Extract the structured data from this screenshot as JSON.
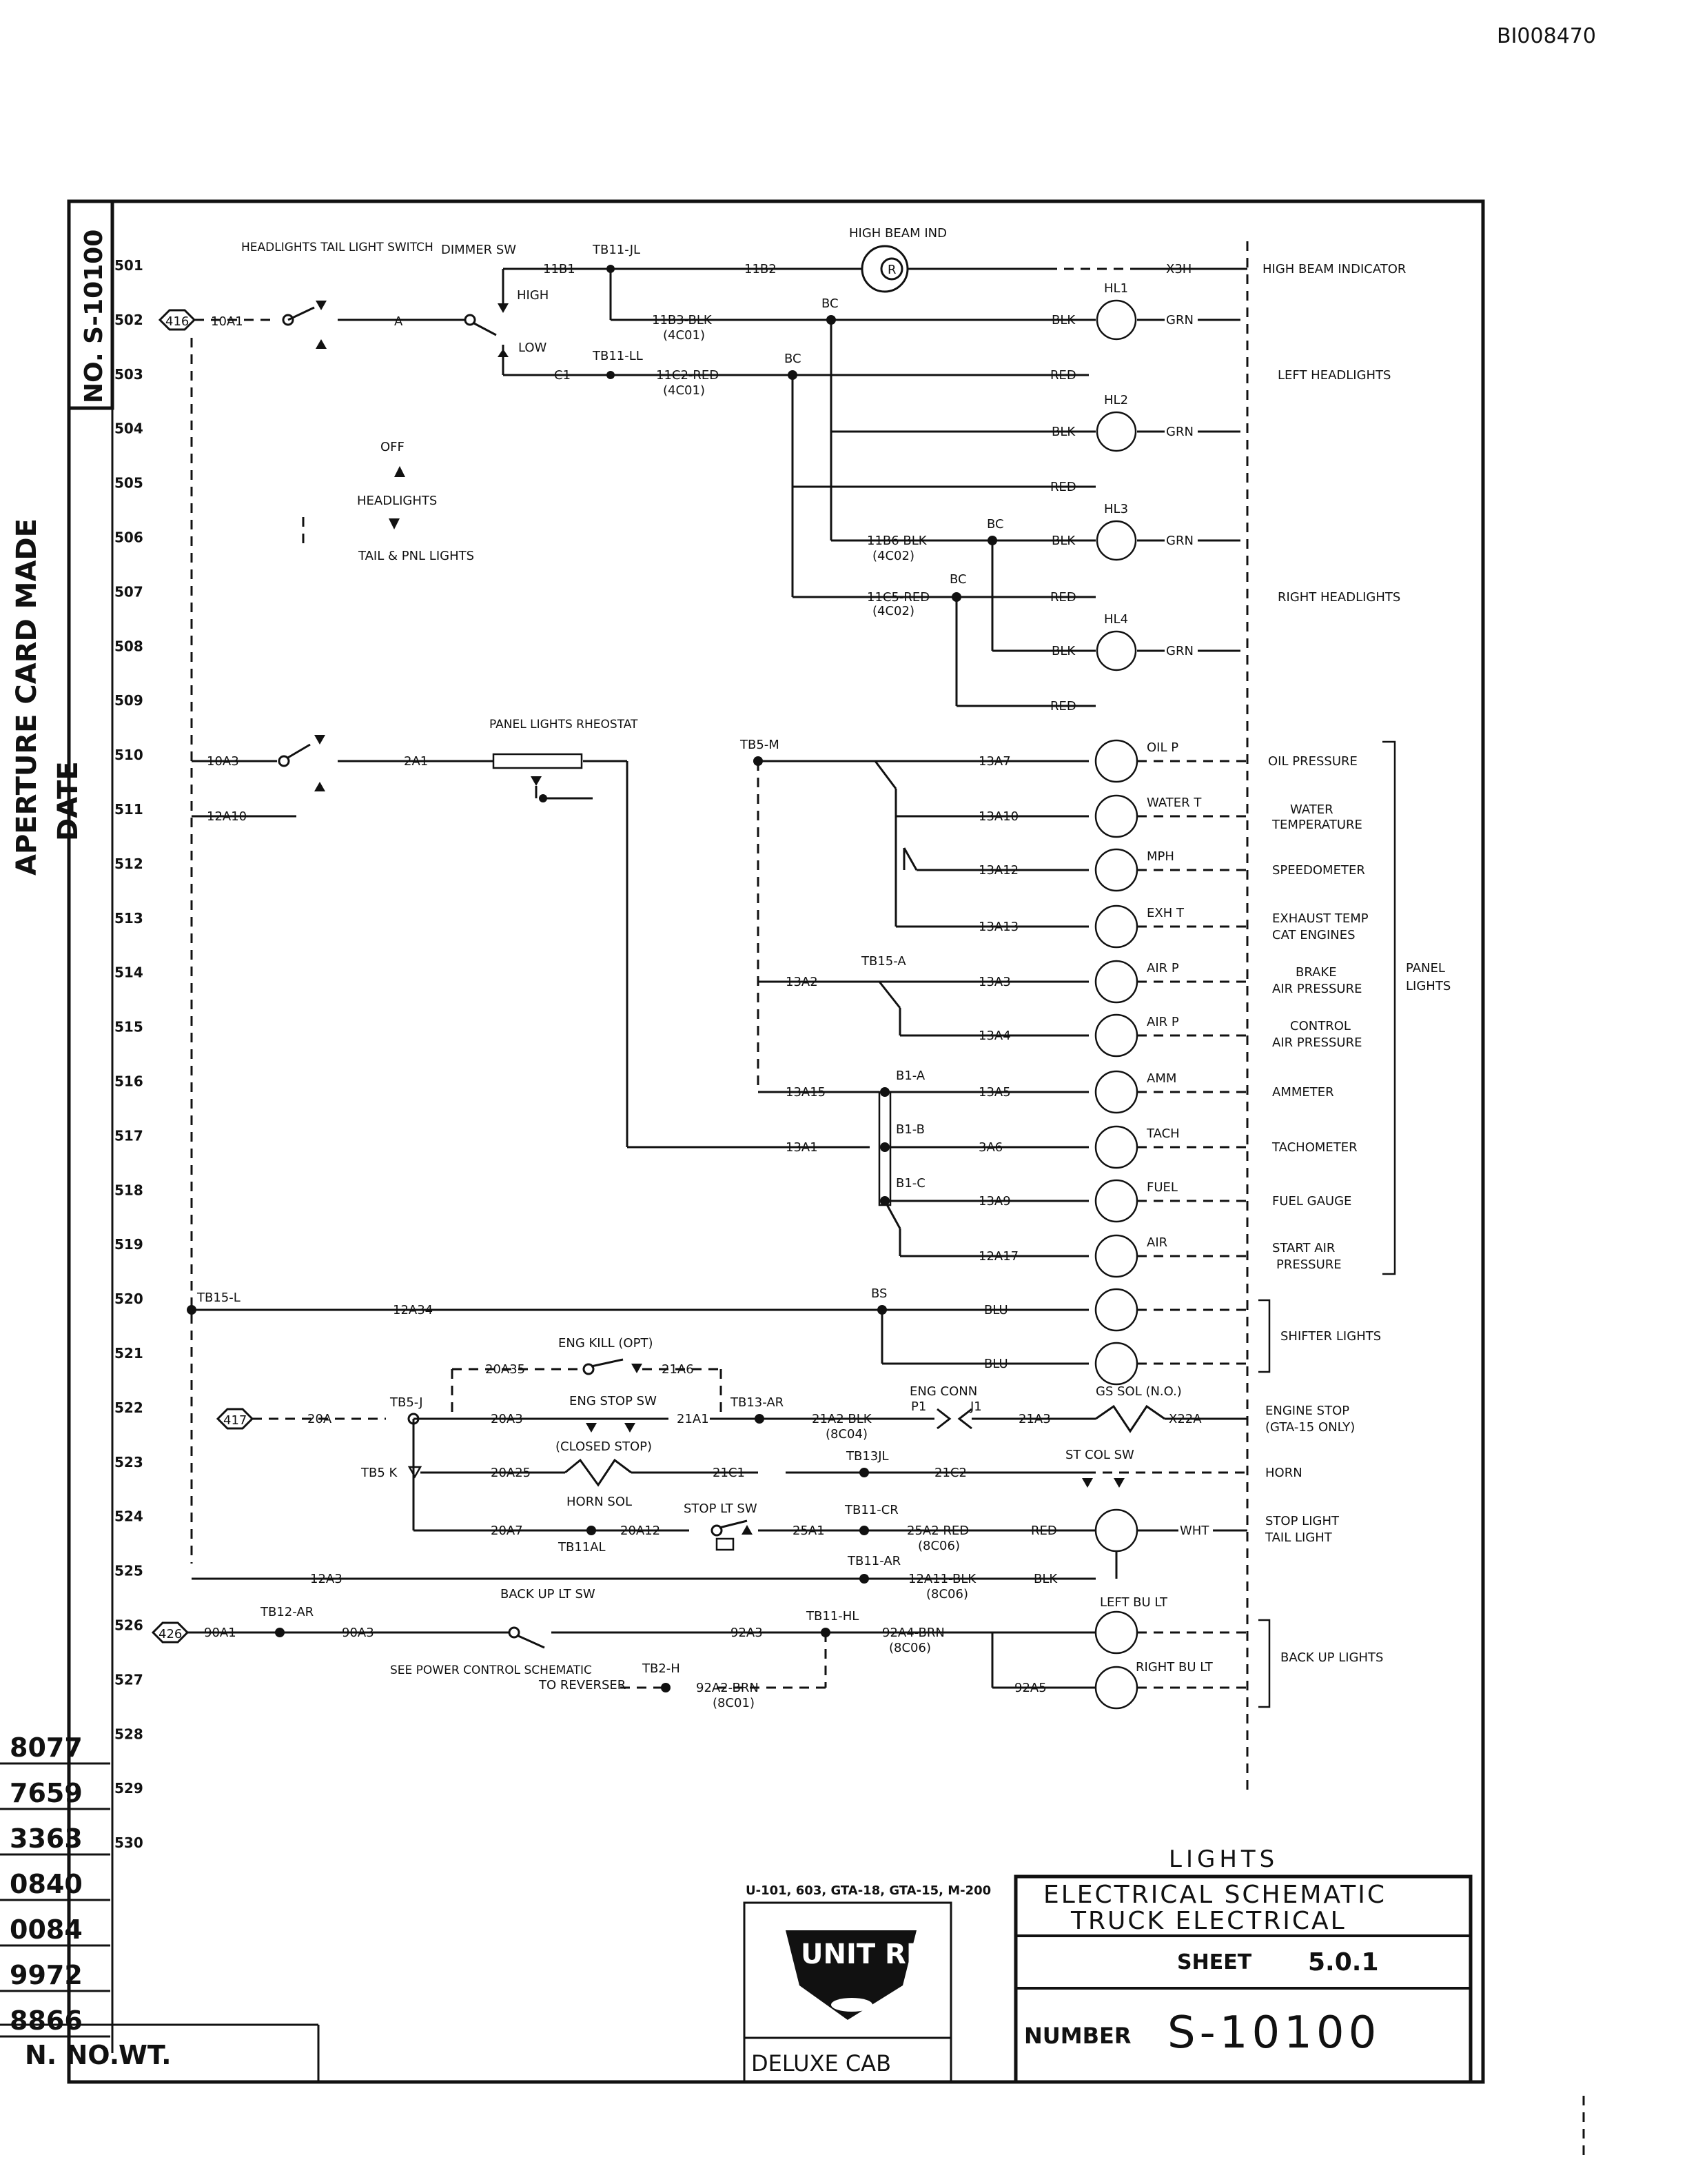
{
  "doc_id": "BI008470",
  "sheet_no_label": "NO. S-10100",
  "margin_stamp": [
    "APERTURE CARD MADE",
    "DATE"
  ],
  "line_numbers": [
    "501",
    "502",
    "503",
    "504",
    "505",
    "506",
    "507",
    "508",
    "509",
    "510",
    "511",
    "512",
    "513",
    "514",
    "515",
    "516",
    "517",
    "518",
    "519",
    "520",
    "521",
    "522",
    "523",
    "524",
    "525",
    "526",
    "527",
    "528",
    "529",
    "530"
  ],
  "side_numbers": [
    "8077",
    "7659",
    "3363",
    "0840",
    "0084",
    "9972",
    "8866"
  ],
  "bottom_left": {
    "n_no": "N. NO.",
    "wt": "WT."
  },
  "components": {
    "hl_switch": "HEADLIGHTS TAIL LIGHT SWITCH",
    "dimmer_sw": "DIMMER SW",
    "high": "HIGH",
    "low": "LOW",
    "high_beam_ind": "HIGH BEAM IND",
    "panel_rheostat": "PANEL LIGHTS RHEOSTAT",
    "off": "OFF",
    "headlights": "HEADLIGHTS",
    "tail_pnl": "TAIL & PNL LIGHTS",
    "eng_kill": "ENG KILL (OPT)",
    "eng_stop_sw": "ENG STOP SW",
    "closed_stop": "(CLOSED STOP)",
    "eng_conn": "ENG CONN",
    "gs_sol": "GS SOL (N.O.)",
    "horn_sol": "HORN SOL",
    "st_col_sw": "ST COL SW",
    "stop_lt_sw": "STOP LT SW",
    "back_up_sw": "BACK UP LT SW",
    "see_power": "SEE POWER CONTROL SCHEMATIC",
    "to_reverser": "TO REVERSER"
  },
  "wires": {
    "w10a1": "10A1",
    "wA": "A",
    "w11b1": "11B1",
    "w11b2": "11B2",
    "wc1": "C1",
    "w11b3": "11B3-BLK",
    "w4c01a": "(4C01)",
    "w11c2": "11C2-RED",
    "w4c01b": "(4C01)",
    "w11b6": "11B6 BLK",
    "w4c02a": "(4C02)",
    "w11c5": "11C5-RED",
    "w4c02b": "(4C02)",
    "w10a3": "10A3",
    "w2a1": "2A1",
    "w12a10": "12A10",
    "w13a7": "13A7",
    "w13a10": "13A10",
    "w13a12": "13A12",
    "w13a13": "13A13",
    "w13a2": "13A2",
    "w13a3": "13A3",
    "w13a4": "13A4",
    "w13a15": "13A15",
    "w13a5": "13A5",
    "w13a1": "13A1",
    "w3a6": "3A6",
    "w13a9": "13A9",
    "w12a17": "12A17",
    "w12a34": "12A34",
    "w20a": "20A",
    "w20a35": "20A35",
    "w21a6": "21A6",
    "w20a3": "20A3",
    "w21a1": "21A1",
    "w21a2": "21A2 BLK",
    "w8c04": "(8C04)",
    "w21a3": "21A3",
    "wx22a": "X22A",
    "wp1": "P1",
    "wj1": "J1",
    "w20a25": "20A25",
    "w21c1": "21C1",
    "w21c2": "21C2",
    "w20a7": "20A7",
    "w20a12": "20A12",
    "w25a1": "25A1",
    "w25a2": "25A2 RED",
    "w8c06a": "(8C06)",
    "w12a3": "12A3",
    "w12a11": "12A11-BLK",
    "w8c06b": "(8C06)",
    "w90a1": "90A1",
    "w90a3": "90A3",
    "w92a3": "92A3",
    "w92a4": "92A4-BRN",
    "w8c06c": "(8C06)",
    "w92a2": "92A2-BRN",
    "w8c01": "(8C01)",
    "w92a5": "92A5",
    "blk": "BLK",
    "red": "RED",
    "grn": "GRN",
    "blu": "BLU",
    "wht": "WHT",
    "x3h": "X3H"
  },
  "terminals": {
    "tb11jl": "TB11-JL",
    "tb11ll": "TB11-LL",
    "bc": "BC",
    "tb5m": "TB5-M",
    "tb15a": "TB15-A",
    "b1a": "B1-A",
    "b1b": "B1-B",
    "b1c": "B1-C",
    "tb15l": "TB15-L",
    "bs": "BS",
    "tb5j": "TB5-J",
    "tb13ar": "TB13-AR",
    "tb5k": "TB5 K",
    "tb13jl": "TB13JL",
    "tb11al": "TB11AL",
    "tb11cr": "TB11-CR",
    "tb11ar": "TB11-AR",
    "tb12ar": "TB12-AR",
    "tb11hl": "TB11-HL",
    "tb2h": "TB2-H",
    "n416": "416",
    "n417": "417",
    "n426": "426",
    "hl1": "HL1",
    "hl2": "HL2",
    "hl3": "HL3",
    "hl4": "HL4"
  },
  "gauges": [
    "OIL P",
    "WATER T",
    "MPH",
    "EXH T",
    "AIR P",
    "AIR P",
    "AMM",
    "TACH",
    "FUEL",
    "AIR"
  ],
  "right_labels": {
    "high_beam": "HIGH BEAM INDICATOR",
    "left_hl": "LEFT HEADLIGHTS",
    "right_hl": "RIGHT HEADLIGHTS",
    "oil": "OIL PRESSURE",
    "water": [
      "WATER",
      "TEMPERATURE"
    ],
    "speedo": "SPEEDOMETER",
    "exhaust": [
      "EXHAUST TEMP",
      "CAT ENGINES"
    ],
    "brake": [
      "BRAKE",
      "AIR PRESSURE"
    ],
    "control": [
      "CONTROL",
      "AIR PRESSURE"
    ],
    "ammeter": "AMMETER",
    "tach": "TACHOMETER",
    "fuel": "FUEL GAUGE",
    "start_air": [
      "START AIR",
      "PRESSURE"
    ],
    "panel": [
      "PANEL",
      "LIGHTS"
    ],
    "shifter": "SHIFTER LIGHTS",
    "engine_stop": [
      "ENGINE STOP",
      "(GTA-15 ONLY)"
    ],
    "horn": "HORN",
    "stop_tail": [
      "STOP LIGHT",
      "TAIL LIGHT"
    ],
    "left_bu": "LEFT BU LT",
    "right_bu": "RIGHT BU LT",
    "back_up": "BACK UP LIGHTS"
  },
  "title_block": {
    "lights": "LIGHTS",
    "models": "U-101, 603, GTA-18, GTA-15, M-200",
    "logo_text": "UNIT RIG",
    "deluxe": "DELUXE CAB",
    "line1": "ELECTRICAL SCHEMATIC",
    "line2": "TRUCK ELECTRICAL",
    "sheet_label": "SHEET",
    "sheet_value": "5.0.1",
    "number_label": "NUMBER",
    "number_value": "S-10100"
  }
}
